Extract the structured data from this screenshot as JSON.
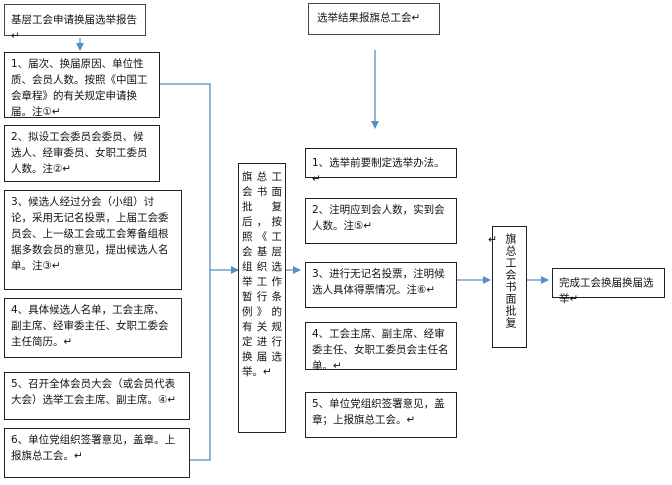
{
  "header_left": "基层工会申请换届选举报告↵",
  "header_right": "选举结果报旗总工会↵",
  "left_steps": [
    "1、届次、换届原因、单位性质、会员人数。按照《中国工会章程》的有关规定申请换届。注①↵",
    "2、拟设工会委员会委员、候选人、经审委员、女职工委员人数。注②↵",
    "3、候选人经过分会（小组）讨论，采用无记名投票，上届工会委员会、上一级工会或工会筹备组根据多数会员的意见，提出候选人名单。注③↵",
    "4、具体候选人名单，工会主席、副主席、经审委主任、女职工委会主任简历。↵",
    "5、召开全体会员大会（或会员代表大会）选举工会主席、副主席。④↵",
    "6、单位党组织签署意见，盖章。上报旗总工会。↵"
  ],
  "middle_box": "旗总工会书面批复后，按照《工会基层组织选举工作暂行条例》的有关规定进行换届选举。↵",
  "right_steps": [
    "1、选举前要制定选举办法。↵",
    "2、注明应到会人数，实到会人数。注⑤↵",
    "3、进行无记名投票，注明候选人具体得票情况。注⑥↵",
    "4、工会主席、副主席、经审委主任、女职工委员会主任名单。↵",
    "5、单位党组织签署意见，盖章；上报旗总工会。↵"
  ],
  "approval_box": "旗总工会书面批复↵",
  "final_box": "完成工会换届换届选举↵",
  "colors": {
    "connector": "#5b8cc6",
    "border": "#222222"
  }
}
